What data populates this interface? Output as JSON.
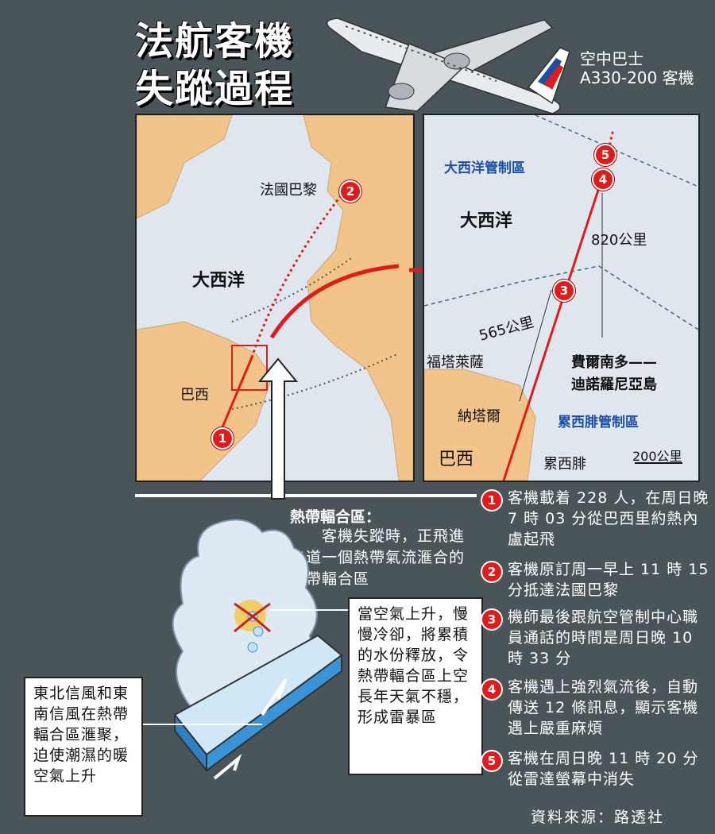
{
  "title": {
    "line1": "法航客機",
    "line2": "失蹤過程"
  },
  "aircraft": {
    "line1": "空中巴士",
    "line2": "A330-200 客機"
  },
  "left_map": {
    "ocean": "大西洋",
    "paris": "法國巴黎",
    "brazil": "巴西",
    "marker1": "1",
    "marker2": "2"
  },
  "right_map": {
    "zone_north": "大西洋管制區",
    "ocean": "大西洋",
    "dist_820": "820公里",
    "dist_565": "565公里",
    "fortaleza": "福塔萊薩",
    "natal": "納塔爾",
    "recife": "累西腓",
    "brazil": "巴西",
    "island": "費爾南多——",
    "island2": "迪諾羅尼亞島",
    "zone_south": "累西腓管制區",
    "scale": "200公里",
    "marker3": "3",
    "marker4": "4",
    "marker5": "5"
  },
  "itcz": {
    "heading": "熱帶輻合區：",
    "text": "客機失蹤時，正飛進赤道一個熱帶氣流滙合的熱帶輻合區"
  },
  "box_right": "當空氣上升，慢慢冷卻，將累積的水份釋放，令熱帶輻合區上空長年天氣不穩，形成雷暴區",
  "box_left": "東北信風和東南信風在熱帶輻合區滙聚，迫使潮濕的暖空氣上升",
  "steps": [
    {
      "num": "1",
      "text": "客機載着 228 人，在周日晚 7 時 03 分從巴西里約熱內盧起飛"
    },
    {
      "num": "2",
      "text": "客機原訂周一早上 11 時 15 分抵達法國巴黎"
    },
    {
      "num": "3",
      "text": "機師最後跟航空管制中心職員通話的時間是周日晚 10 時 33 分"
    },
    {
      "num": "4",
      "text": "客機遇上強烈氣流後，自動傳送 12 條訊息，顯示客機遇上嚴重麻煩"
    },
    {
      "num": "5",
      "text": "客機在周日晚 11 時 20 分從雷達螢幕中消失"
    }
  ],
  "source": "資料來源：路透社",
  "colors": {
    "background": "#4a5559",
    "land": "#f2c48a",
    "ocean": "#dfe6ee",
    "accent": "#e01b1b"
  }
}
